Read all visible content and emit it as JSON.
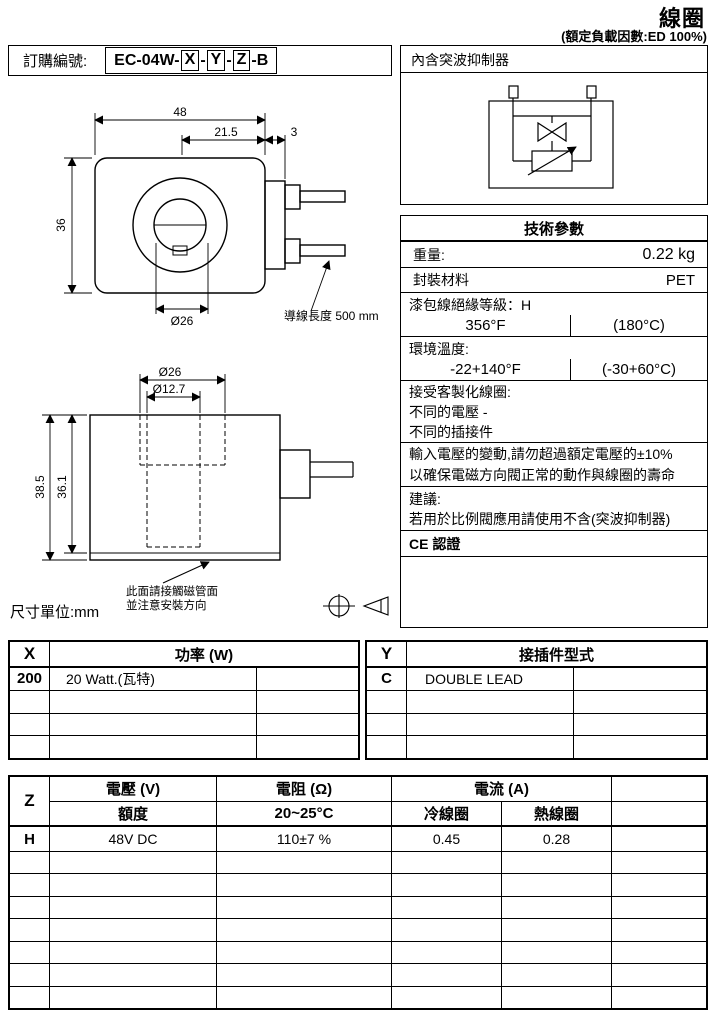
{
  "header": {
    "title": "線圈",
    "subtitle": "(額定負載因數:ED 100%)"
  },
  "order": {
    "label": "訂購編號:",
    "prefix": "EC-04W-",
    "x": "X",
    "sep1": "-",
    "y": "Y",
    "sep2": "-",
    "z": "Z",
    "suffix": "-B"
  },
  "surge": {
    "title": "內含突波抑制器"
  },
  "drawing_top": {
    "dim_width": "48",
    "dim_half": "21.5",
    "dim_tab": "3",
    "dim_height": "36",
    "dim_bore": "Ø26",
    "lead_note": "導線長度 500 mm"
  },
  "drawing_side": {
    "dim_bore_outer": "Ø26",
    "dim_bore_inner": "Ø12.7",
    "dim_height_outer": "38.5",
    "dim_height_inner": "36.1",
    "note_line1": "此面請接觸磁管面",
    "note_line2": "並注意安裝方向"
  },
  "unit_note": "尺寸單位:mm",
  "tech": {
    "title": "技術參數",
    "weight_label": "重量:",
    "weight_value": "0.22 kg",
    "material_label": "封裝材料",
    "material_value": "PET",
    "insulation_label": "漆包線絕緣等級：H",
    "insulation_f": "356°F",
    "insulation_c": "(180°C)",
    "ambient_label": "環境溫度:",
    "ambient_f": "-22+140°F",
    "ambient_c": "(-30+60°C)",
    "custom_line1": "接受客製化線圈:",
    "custom_line2": "不同的電壓 -",
    "custom_line3": "不同的插接件",
    "voltage_note1": "輸入電壓的變動,請勿超過額定電壓的±10%",
    "voltage_note2": "以確保電磁方向閥正常的動作與線圈的壽命",
    "advice_label": "建議:",
    "advice_text": "若用於比例閥應用請使用不含(突波抑制器)",
    "ce": "CE 認證"
  },
  "x_table": {
    "key": "X",
    "header": "功率 (W)",
    "rows": [
      {
        "code": "200",
        "value": "20 Watt.(瓦特)"
      }
    ]
  },
  "y_table": {
    "key": "Y",
    "header": "接插件型式",
    "rows": [
      {
        "code": "C",
        "value": "DOUBLE LEAD"
      }
    ]
  },
  "z_table": {
    "key": "Z",
    "col_voltage": "電壓 (V)",
    "col_resistance": "電阻 (Ω)",
    "col_current": "電流 (A)",
    "sub_rating": "額度",
    "sub_temp": "20~25°C",
    "sub_cold": "冷線圈",
    "sub_hot": "熱線圈",
    "rows": [
      {
        "code": "H",
        "voltage": "48V DC",
        "resistance": "110±7 %",
        "cold": "0.45",
        "hot": "0.28"
      }
    ]
  }
}
